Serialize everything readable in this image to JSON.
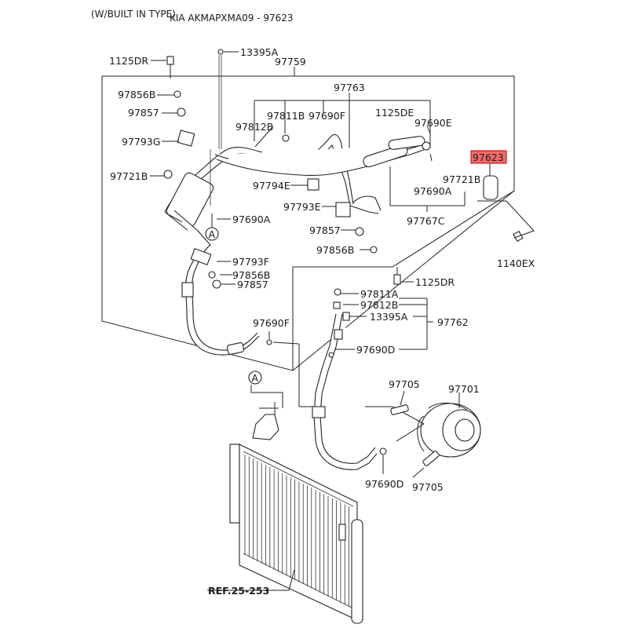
{
  "header": {
    "title_left": "(W/BUILT IN TYPE)",
    "title_right": "KIA AKMAPXMA09 - 97623"
  },
  "highlight": {
    "part": "97623",
    "fill": "#f26b6b",
    "stroke": "#c00000"
  },
  "labels": {
    "p1125DR_top": "1125DR",
    "p13395A_top": "13395A",
    "p97759": "97759",
    "p97856B_top": "97856B",
    "p97763": "97763",
    "p97857_top": "97857",
    "p97811B": "97811B",
    "p97690F_top": "97690F",
    "p1125DE": "1125DE",
    "p97812B_top": "97812B",
    "p97690E": "97690E",
    "p97793G": "97793G",
    "p97721B_left": "97721B",
    "p97721B_right": "97721B",
    "p97794E": "97794E",
    "p97690A_mid": "97690A",
    "p97793E": "97793E",
    "p97690A_left": "97690A",
    "p97767C": "97767C",
    "p97857_mid": "97857",
    "p97856B_mid": "97856B",
    "p1140EX": "1140EX",
    "p97793F": "97793F",
    "p97856B_low": "97856B",
    "p1125DR_mid": "1125DR",
    "p97857_low": "97857",
    "p97811A": "97811A",
    "p97812B_low": "97812B",
    "p13395A_low": "13395A",
    "p97762": "97762",
    "p97690F_low": "97690F",
    "p97690D_mid": "97690D",
    "p97705_top": "97705",
    "p97701": "97701",
    "p97690D_low": "97690D",
    "p97705_low": "97705",
    "ref": "REF.25-253",
    "circle_a": "A"
  }
}
